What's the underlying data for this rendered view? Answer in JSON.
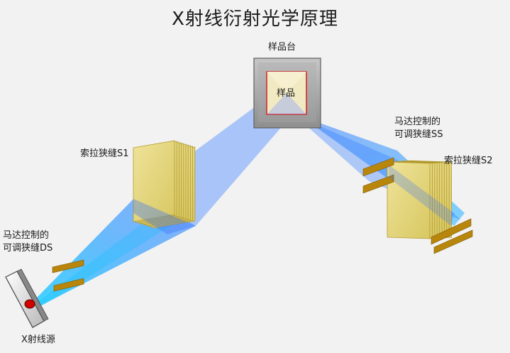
{
  "title": "X射线衍射光学原理",
  "labels": {
    "sample_stage": "样品台",
    "sample": "样品",
    "soller_s1": "索拉狭缝S1",
    "soller_s2": "索拉狭缝S2",
    "ds_line1": "马达控制的",
    "ds_line2": "可调狭缝DS",
    "ss_line1": "马达控制的",
    "ss_line2": "可调狭缝SS",
    "source": "X射线源"
  },
  "colors": {
    "beam": "#4da6ff",
    "beam_light": "#8ec9ff",
    "soller_face": "#e3d77d",
    "soller_edge": "#b39a2e",
    "slit": "#b8860b",
    "sample_border": "#d22b2b",
    "stage_frame": "#7d7d7d",
    "source_led": "#d10000"
  }
}
